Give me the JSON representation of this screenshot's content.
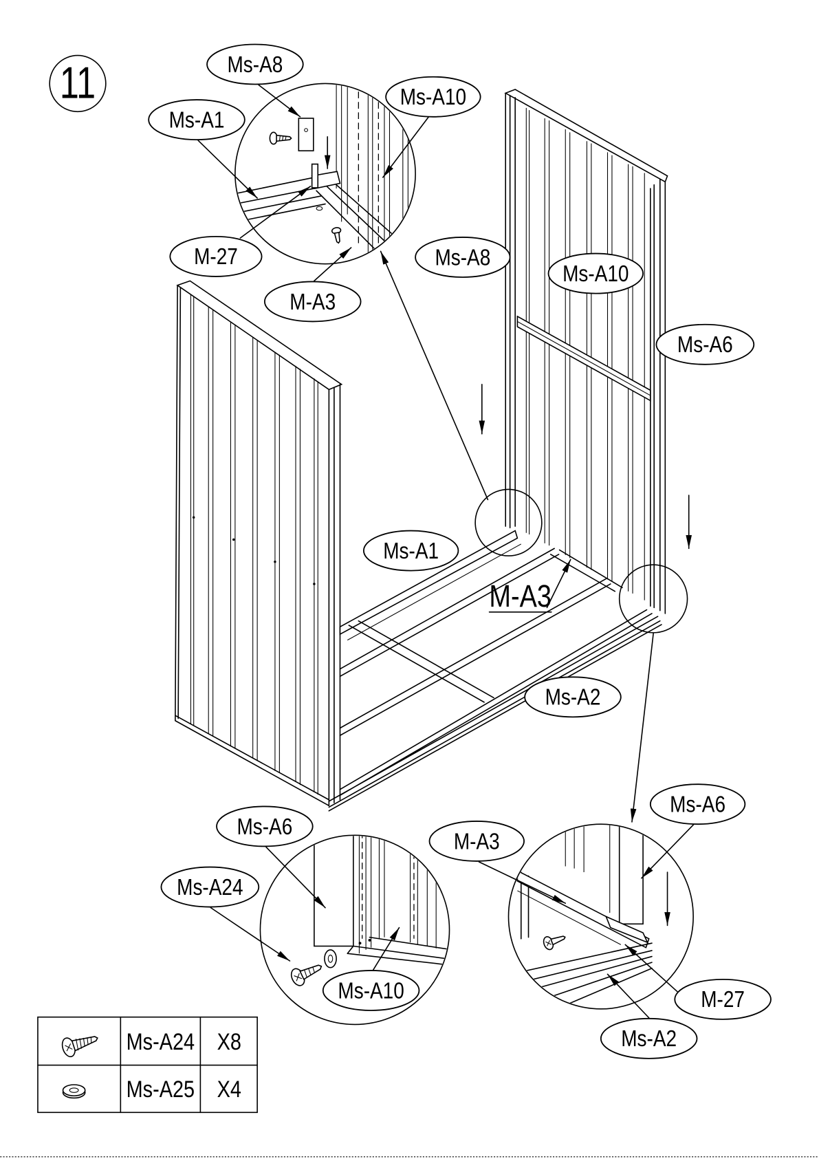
{
  "step": {
    "number": "11"
  },
  "detail_top": {
    "callouts": [
      "Ms-A8",
      "Ms-A10",
      "Ms-A1",
      "M-27",
      "M-A3"
    ]
  },
  "main_view": {
    "callouts": [
      "Ms-A8",
      "Ms-A10",
      "Ms-A6",
      "Ms-A1",
      "M-A3",
      "Ms-A2"
    ]
  },
  "detail_bottom_left": {
    "callouts": [
      "Ms-A6",
      "Ms-A24",
      "Ms-A10"
    ]
  },
  "detail_bottom_right": {
    "callouts": [
      "Ms-A6",
      "M-A3",
      "M-27",
      "Ms-A2"
    ]
  },
  "parts_table": {
    "rows": [
      {
        "icon": "screw-icon",
        "part": "Ms-A24",
        "qty": "X8"
      },
      {
        "icon": "washer-icon",
        "part": "Ms-A25",
        "qty": "X4"
      }
    ]
  }
}
